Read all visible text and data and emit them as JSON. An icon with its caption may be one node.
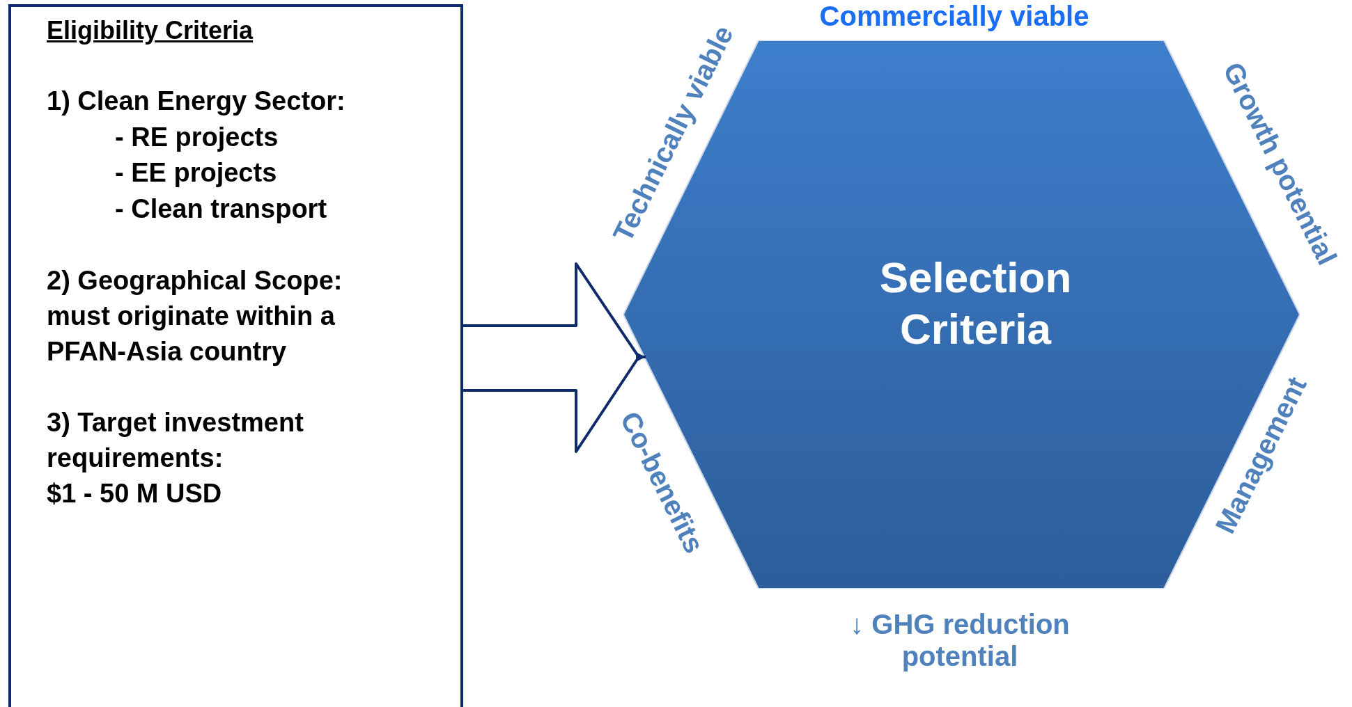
{
  "diagram": {
    "nodes": [
      {
        "text": [
          "Eligibility Criteria",
          "1) Clean Energy Sector:",
          "- RE projects",
          "- EE projects",
          "- Clean transport",
          "2) Geographical Scope: must originate within a PFAN-Asia country",
          "3) Target investment requirements:",
          "$1 - 50 M USD"
        ]
      },
      {
        "text": [
          "Selection Criteria"
        ],
        "beside": [
          "Commercially viable",
          "Technically viable",
          "Growth potential",
          "Co-benefits",
          "Management",
          "↓ GHG reduction potential"
        ]
      }
    ],
    "edges": [
      {
        "from": 0,
        "to": 1,
        "arrow": "to"
      }
    ]
  }
}
